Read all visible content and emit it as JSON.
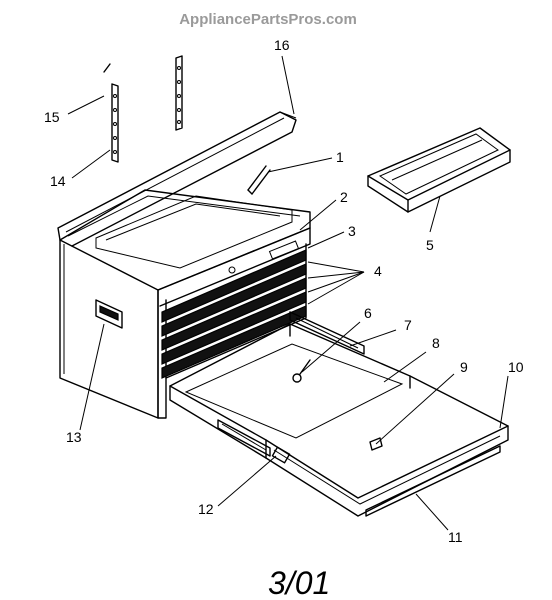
{
  "watermark": "AppliancePartsPros.com",
  "date_code": "3/01",
  "callouts": {
    "c1": "1",
    "c2": "2",
    "c3": "3",
    "c4": "4",
    "c5": "5",
    "c6": "6",
    "c7": "7",
    "c8": "8",
    "c9": "9",
    "c10": "10",
    "c11": "11",
    "c12": "12",
    "c13": "13",
    "c14": "14",
    "c15": "15",
    "c16": "16"
  }
}
